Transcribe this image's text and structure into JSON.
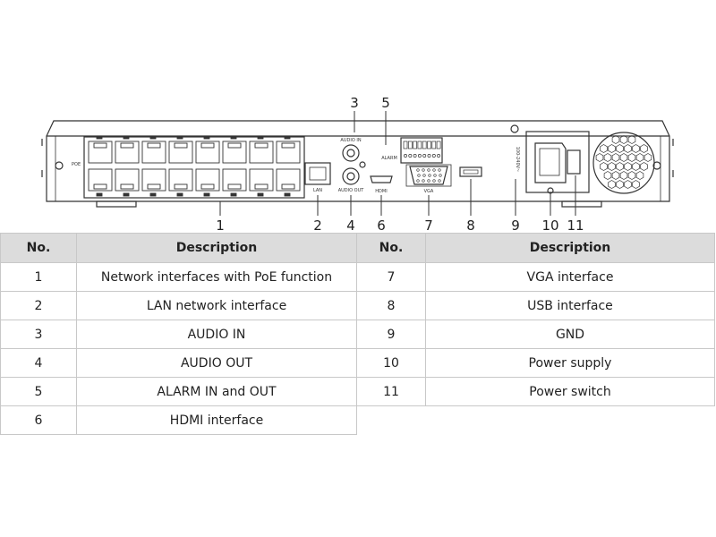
{
  "diagram": {
    "callouts": [
      {
        "num": "1"
      },
      {
        "num": "2"
      },
      {
        "num": "3"
      },
      {
        "num": "4"
      },
      {
        "num": "5"
      },
      {
        "num": "6"
      },
      {
        "num": "7"
      },
      {
        "num": "8"
      },
      {
        "num": "9"
      },
      {
        "num": "10"
      },
      {
        "num": "11"
      }
    ],
    "panel_labels": {
      "poe": "POE",
      "lan": "LAN",
      "audio_in": "AUDIO IN",
      "audio_out": "AUDIO OUT",
      "alarm": "ALARM",
      "hdmi": "HDMI",
      "vga": "VGA",
      "power_rating": "100-240V~"
    }
  },
  "table": {
    "headers": [
      "No.",
      "Description",
      "No.",
      "Description"
    ],
    "rows": [
      {
        "no1": "1",
        "desc1": "Network interfaces with PoE function",
        "no2": "7",
        "desc2": "VGA interface"
      },
      {
        "no1": "2",
        "desc1": "LAN network interface",
        "no2": "8",
        "desc2": "USB interface"
      },
      {
        "no1": "3",
        "desc1": "AUDIO IN",
        "no2": "9",
        "desc2": "GND"
      },
      {
        "no1": "4",
        "desc1": "AUDIO OUT",
        "no2": "10",
        "desc2": "Power supply"
      },
      {
        "no1": "5",
        "desc1": "ALARM IN and OUT",
        "no2": "11",
        "desc2": "Power switch"
      },
      {
        "no1": "6",
        "desc1": "HDMI interface",
        "no2": "",
        "desc2": ""
      }
    ]
  }
}
